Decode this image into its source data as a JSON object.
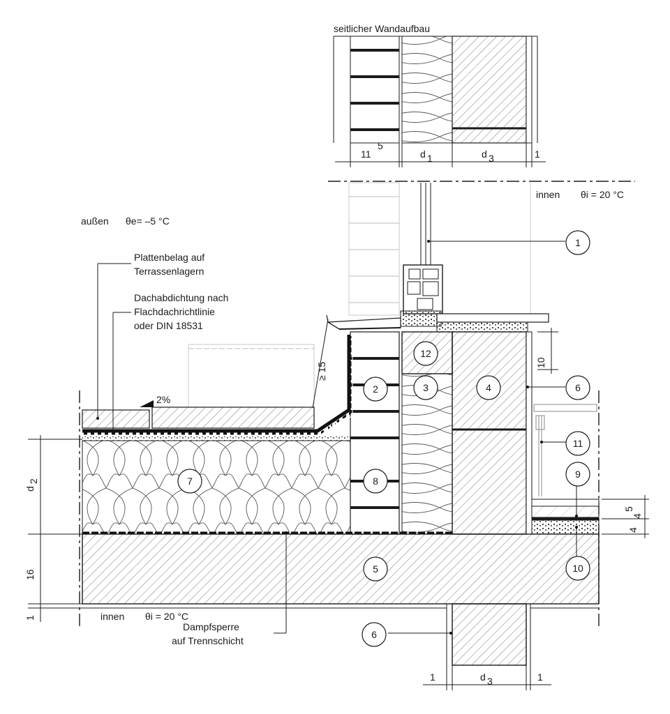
{
  "labels": {
    "side_wall": "seitlicher Wandaufbau",
    "outside": "außen",
    "temp_outside": "θe=  –5 °C",
    "inside_top": "innen",
    "temp_inside_top": "θi =  20 °C",
    "inside_bottom": "innen",
    "temp_inside_bottom": "θi =  20 °C",
    "paving_1": "Plattenbelag auf",
    "paving_2": "Terrassenlagern",
    "seal_1": "Dachabdichtung nach",
    "seal_2": "Flachdachrichtlinie",
    "seal_3": "oder DIN 18531",
    "vapor_1": "Dampfsperre",
    "vapor_2": "auf Trennschicht",
    "slope": "2%",
    "min_height": "≥ 15"
  },
  "dimensions": {
    "top_11": "11",
    "top_5": "5",
    "top_d1": "d",
    "top_d1_sub": "1",
    "top_d3": "d",
    "top_d3_sub": "3",
    "top_1": "1",
    "h_10": "10",
    "d2": "d",
    "d2_sub": "2",
    "h_16": "16",
    "h_1": "1",
    "r_5": "5",
    "r_4a": "4",
    "r_4b": "4",
    "bot_1a": "1",
    "bot_d3": "d",
    "bot_d3_sub": "3",
    "bot_1b": "1"
  },
  "markers": [
    "1",
    "2",
    "3",
    "4",
    "5",
    "6",
    "7",
    "8",
    "9",
    "10",
    "11",
    "12",
    "6"
  ]
}
